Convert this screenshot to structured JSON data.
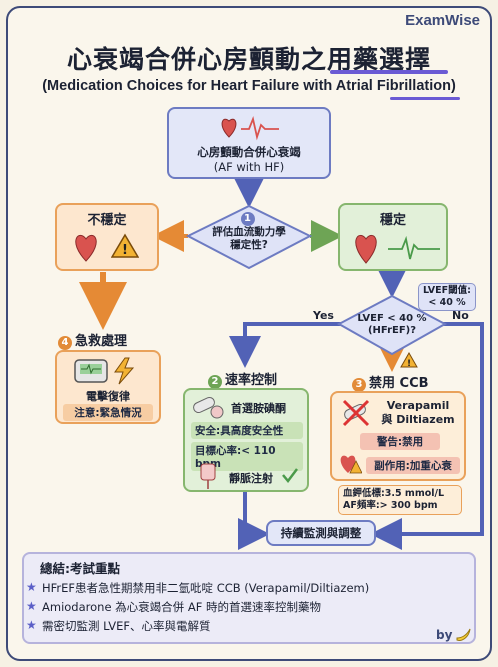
{
  "brand": "ExamWise",
  "title": "心衰竭合併心房顫動之用藥選擇",
  "subtitle": "(Medication Choices for Heart Failure with Atrial Fibrillation)",
  "top_node": {
    "line1": "心房顫動合併心衰竭",
    "line2": "(AF with HF)"
  },
  "diamond1": {
    "number": "1",
    "line1": "評估血流動力學",
    "line2": "穩定性?"
  },
  "unstable": {
    "label": "不穩定"
  },
  "stable": {
    "label": "穩定"
  },
  "lvef_note": {
    "line1": "LVEF閾值:",
    "line2": "< 40 %"
  },
  "diamond2": {
    "line1": "LVEF < 40 %",
    "line2": "(HFrEF)?"
  },
  "yes_label": "Yes",
  "no_label": "No",
  "emergency": {
    "number": "4",
    "title": "急救處理",
    "action": "電擊復律",
    "note": "注意:緊急情況"
  },
  "rate_control": {
    "number": "2",
    "title": "速率控制",
    "drug": "首選胺碘酮",
    "safety": "安全:具高度安全性",
    "target": "目標心率:< 110 bpm",
    "route": "靜脈注射"
  },
  "ccb": {
    "number": "3",
    "title": "禁用 CCB",
    "drug_line1": "Verapamil",
    "drug_line2": "與 Diltiazem",
    "warning": "警告:禁用",
    "side_effect": "副作用:加重心衰"
  },
  "thresholds": {
    "line1": "血鉀低標:3.5 mmol/L",
    "line2": "AF頻率:> 300 bpm"
  },
  "monitor": "持續監測與調整",
  "summary": {
    "title": "總結:考試重點",
    "items": [
      "HFrEF患者急性期禁用非二氫吡啶 CCB (Verapamil/Diltiazem)",
      "Amiodarone 為心衰竭合併 AF 時的首選速率控制藥物",
      "需密切監測 LVEF、心率與電解質"
    ]
  },
  "byline": "by"
}
